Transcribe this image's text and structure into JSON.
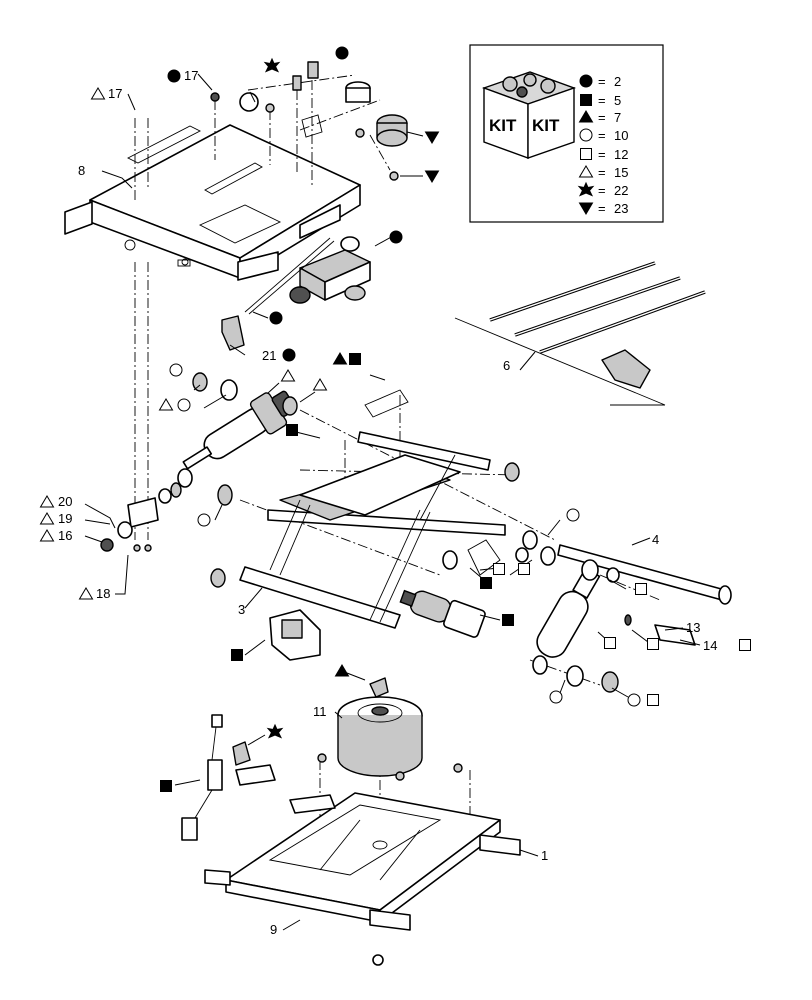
{
  "legend": {
    "kit_labels": [
      "KIT",
      "KIT"
    ],
    "items": [
      {
        "symbol": "filled-circle",
        "sep": "=",
        "value": "2"
      },
      {
        "symbol": "filled-square",
        "sep": "=",
        "value": "5"
      },
      {
        "symbol": "filled-triangle",
        "sep": "=",
        "value": "7"
      },
      {
        "symbol": "open-circle",
        "sep": "=",
        "value": "10"
      },
      {
        "symbol": "open-square",
        "sep": "=",
        "value": "12"
      },
      {
        "symbol": "open-triangle",
        "sep": "=",
        "value": "15"
      },
      {
        "symbol": "filled-star",
        "sep": "=",
        "value": "22"
      },
      {
        "symbol": "filled-down-triangle",
        "sep": "=",
        "value": "23"
      }
    ]
  },
  "callouts": [
    {
      "id": "17a",
      "text": "17"
    },
    {
      "id": "17b",
      "text": "17"
    },
    {
      "id": "8",
      "text": "8"
    },
    {
      "id": "21",
      "text": "21"
    },
    {
      "id": "6",
      "text": "6"
    },
    {
      "id": "4",
      "text": "4"
    },
    {
      "id": "3",
      "text": "3"
    },
    {
      "id": "20",
      "text": "20"
    },
    {
      "id": "19",
      "text": "19"
    },
    {
      "id": "16",
      "text": "16"
    },
    {
      "id": "18",
      "text": "18"
    },
    {
      "id": "13",
      "text": "13"
    },
    {
      "id": "14",
      "text": "14"
    },
    {
      "id": "11",
      "text": "11"
    },
    {
      "id": "1",
      "text": "1"
    },
    {
      "id": "9",
      "text": "9"
    }
  ],
  "symbols": {
    "filled_circle": "filled-circle-icon",
    "filled_square": "filled-square-icon",
    "filled_triangle": "filled-triangle-icon",
    "open_circle": "open-circle-icon",
    "open_square": "open-square-icon",
    "open_triangle": "open-triangle-icon",
    "star": "star-icon",
    "down_triangle": "down-triangle-icon"
  }
}
